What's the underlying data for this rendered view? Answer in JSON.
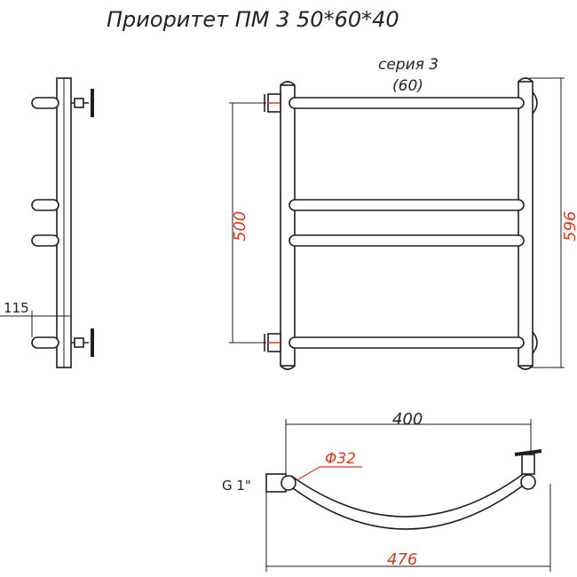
{
  "title": "Приоритет ПМ 3 50*60*40",
  "series_line1": "серия 3",
  "series_line2": "(60)",
  "dimensions": {
    "height_inner": "500",
    "height_total": "596",
    "side_offset": "115",
    "width_inner": "400",
    "width_total": "476",
    "diameter": "Φ32",
    "thread": "G 1\""
  }
}
